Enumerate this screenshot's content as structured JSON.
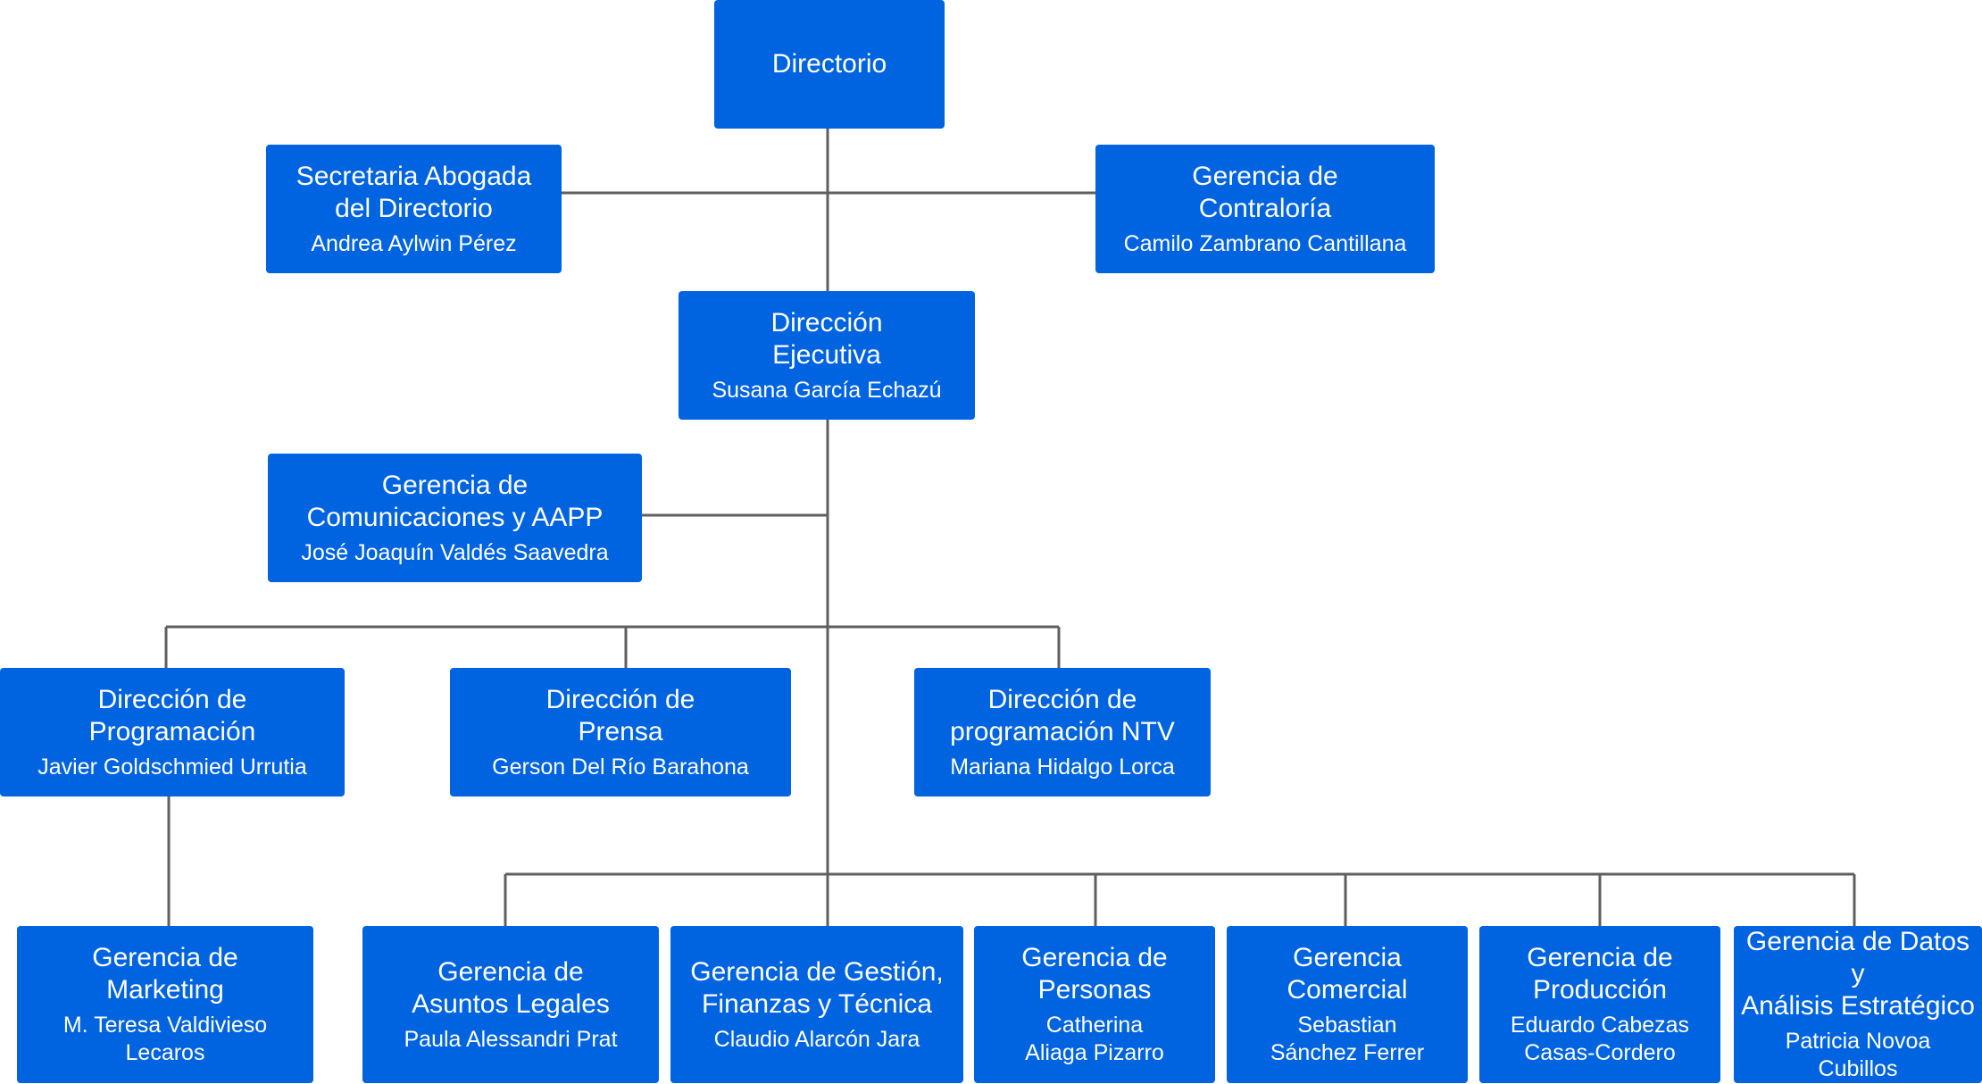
{
  "colors": {
    "box": "#0063e0",
    "connector": "#5f5f5f",
    "text": "#ffffff"
  },
  "nodes": {
    "directorio": {
      "title": "Directorio"
    },
    "secretaria": {
      "title": "Secretaria Abogada\ndel Directorio",
      "person": "Andrea Aylwin Pérez"
    },
    "contraloria": {
      "title": "Gerencia de\nContraloría",
      "person": "Camilo Zambrano Cantillana"
    },
    "direccion_ejecutiva": {
      "title": "Dirección\nEjecutiva",
      "person": "Susana García Echazú"
    },
    "comunicaciones": {
      "title": "Gerencia de\nComunicaciones y AAPP",
      "person": "José Joaquín Valdés Saavedra"
    },
    "programacion": {
      "title": "Dirección de\nProgramación",
      "person": "Javier Goldschmied Urrutia"
    },
    "prensa": {
      "title": "Dirección de\nPrensa",
      "person": "Gerson Del Río Barahona"
    },
    "ntv": {
      "title": "Dirección de\nprogramación NTV",
      "person": "Mariana Hidalgo Lorca"
    },
    "marketing": {
      "title": "Gerencia de\nMarketing",
      "person": "M. Teresa Valdivieso\nLecaros"
    },
    "legales": {
      "title": "Gerencia de\nAsuntos Legales",
      "person": "Paula Alessandri Prat"
    },
    "gestion": {
      "title": "Gerencia de Gestión,\nFinanzas y Técnica",
      "person": "Claudio Alarcón Jara"
    },
    "personas": {
      "title": "Gerencia de\nPersonas",
      "person": "Catherina\nAliaga Pizarro"
    },
    "comercial": {
      "title": "Gerencia\nComercial",
      "person": "Sebastian\nSánchez Ferrer"
    },
    "produccion": {
      "title": "Gerencia de\nProducción",
      "person": "Eduardo Cabezas\nCasas-Cordero"
    },
    "datos": {
      "title": "Gerencia de Datos y\nAnálisis Estratégico",
      "person": "Patricia Novoa\nCubillos"
    }
  }
}
